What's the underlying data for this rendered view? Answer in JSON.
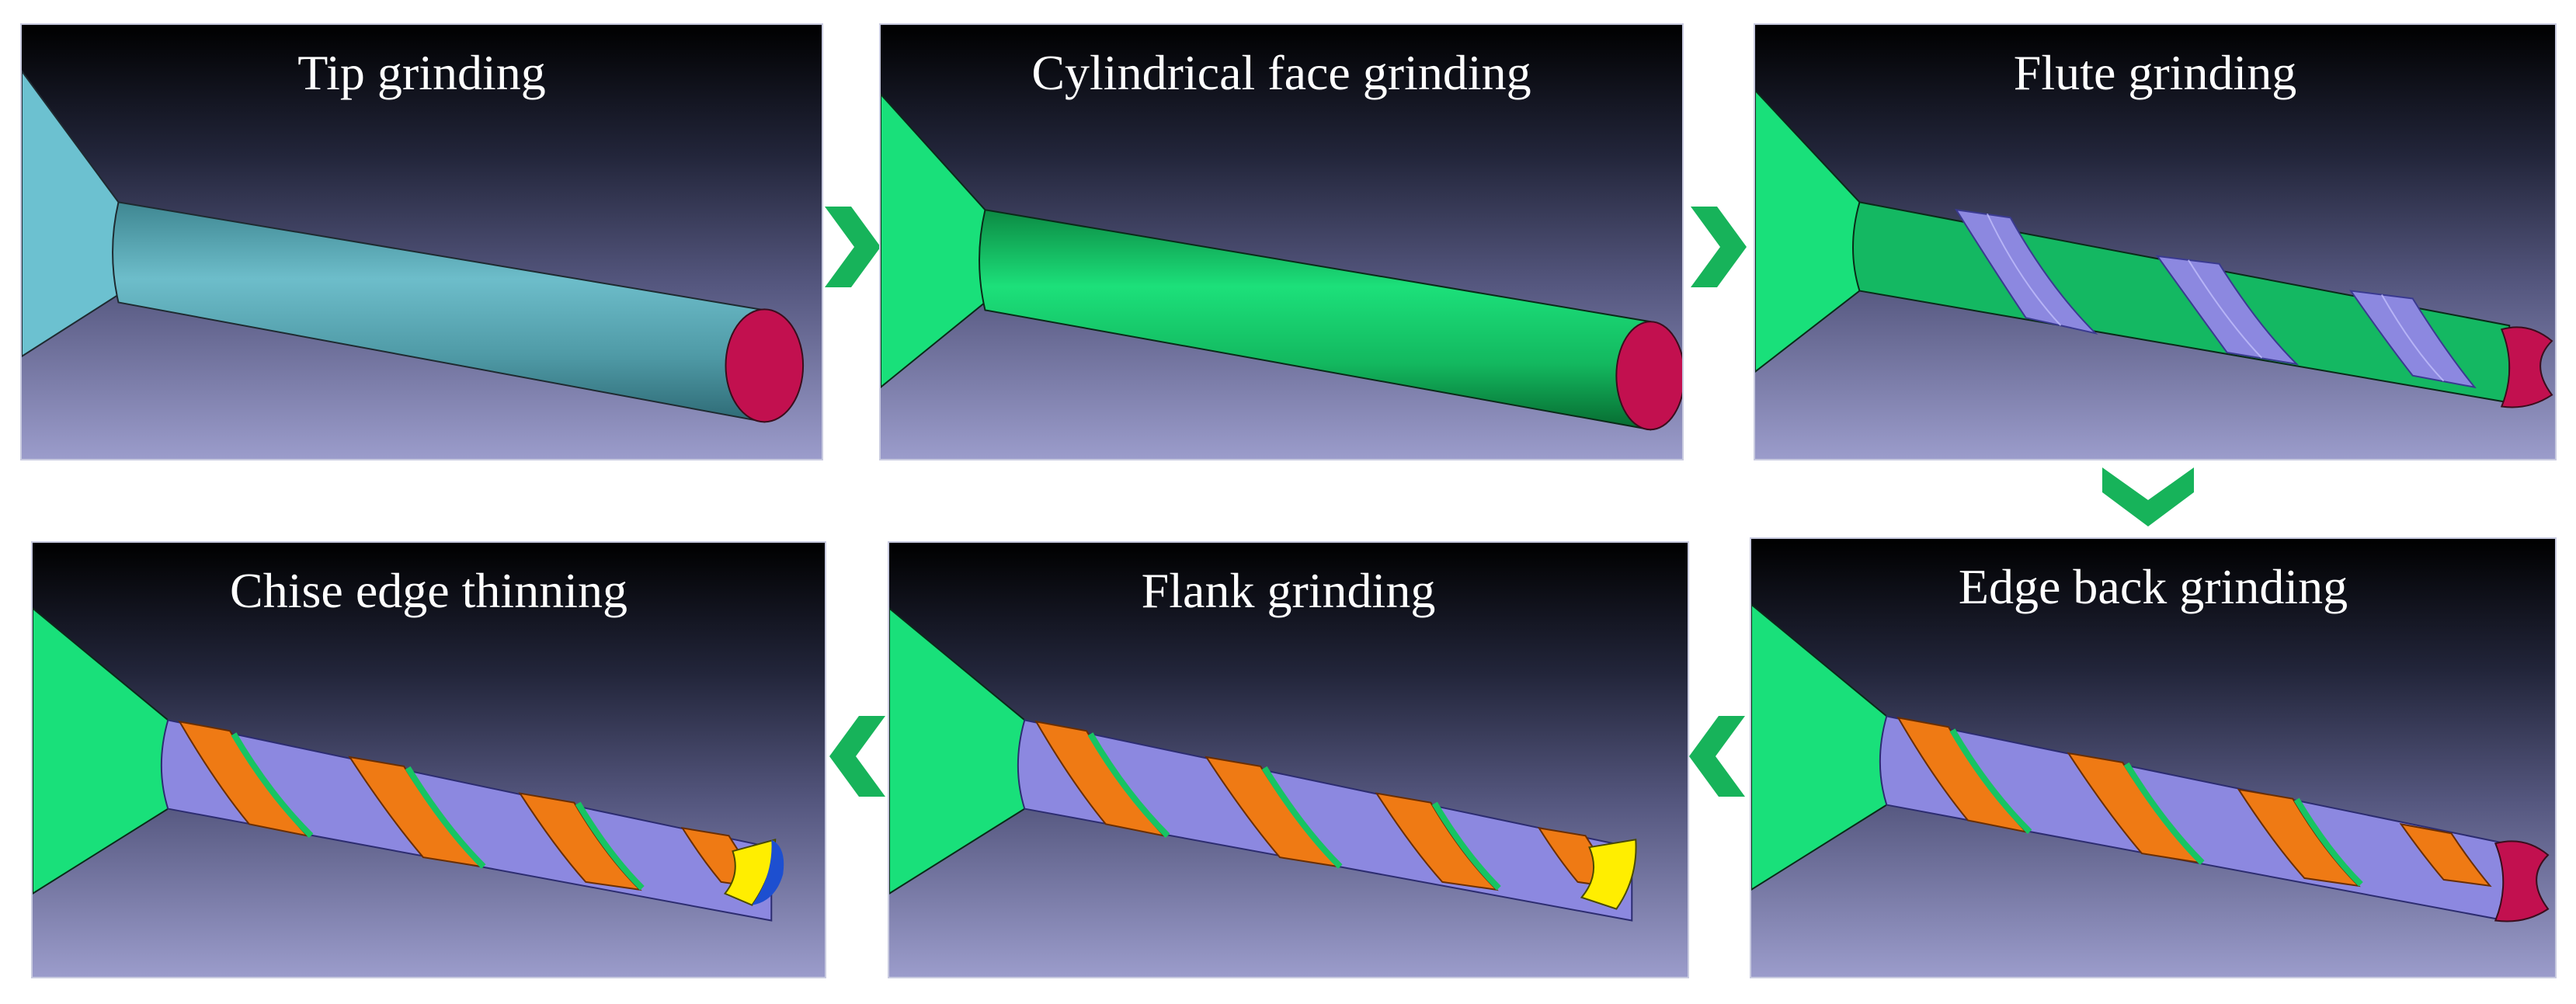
{
  "figure": {
    "panels": [
      {
        "id": "p1",
        "title": "Tip grinding",
        "stage": "blank"
      },
      {
        "id": "p2",
        "title": "Cylindrical face grinding",
        "stage": "cylinder"
      },
      {
        "id": "p3",
        "title": "Flute grinding",
        "stage": "flute"
      },
      {
        "id": "p4",
        "title": "Edge back grinding",
        "stage": "edgeback"
      },
      {
        "id": "p5",
        "title": "Flank grinding",
        "stage": "flank"
      },
      {
        "id": "p6",
        "title": "Chise edge thinning",
        "stage": "thinning"
      }
    ],
    "flow": [
      "p1",
      "p2",
      "p3",
      "p4",
      "p5",
      "p6"
    ],
    "colors": {
      "blank_body": "#5fb0bf",
      "ground_body": "#17d06a",
      "end_face": "#c2104f",
      "flute": "#8c88e0",
      "edge_back": "#ef7a14",
      "flank": "#ffee00",
      "arrow": "#17b35a"
    },
    "icons": {
      "arrow_right": "chevron-right-icon",
      "arrow_down": "chevron-down-icon",
      "arrow_left": "chevron-left-icon"
    }
  }
}
